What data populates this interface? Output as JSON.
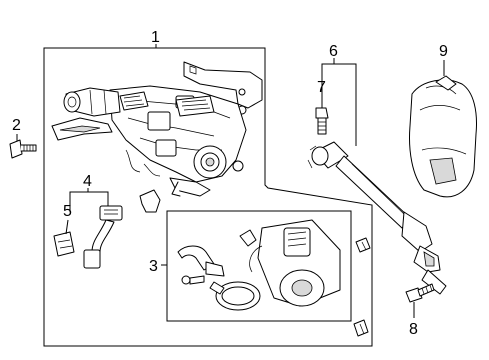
{
  "callouts": [
    {
      "id": "1",
      "text": "1"
    },
    {
      "id": "2",
      "text": "2"
    },
    {
      "id": "3",
      "text": "3"
    },
    {
      "id": "4",
      "text": "4"
    },
    {
      "id": "5",
      "text": "5"
    },
    {
      "id": "6",
      "text": "6"
    },
    {
      "id": "7",
      "text": "7"
    },
    {
      "id": "8",
      "text": "8"
    },
    {
      "id": "9",
      "text": "9"
    }
  ],
  "colors": {
    "ink": "#000000",
    "background": "#ffffff",
    "shade": "#d9d9d9"
  }
}
